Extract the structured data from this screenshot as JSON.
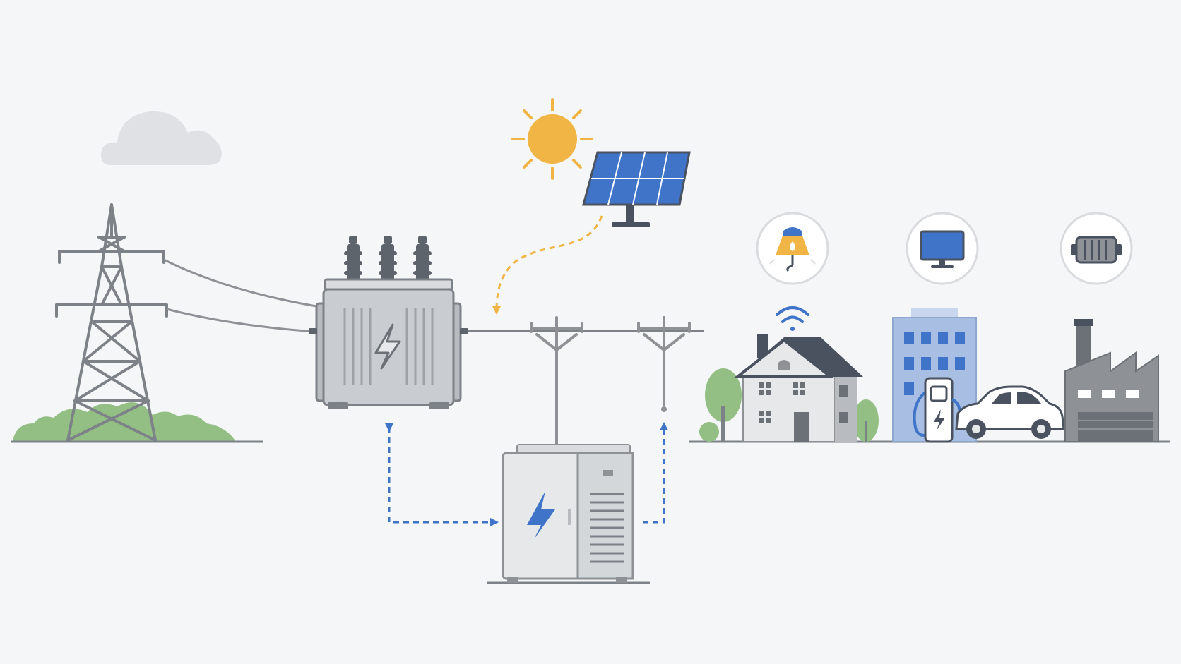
{
  "colors": {
    "background": "#f5f6f7",
    "structure_gray": "#7d8289",
    "equipment_fill": "#c9ccd0",
    "equipment_light": "#e6e8ea",
    "accent_blue": "#3f74c9",
    "solar_yellow": "#f0b545",
    "foliage_green": "#93bf84",
    "cloud_gray": "#dfe1e5",
    "roof_dark": "#4a5260",
    "building_blue": "#a8bfe3",
    "factory_gray": "#8e9297"
  },
  "icons": {
    "cloud": "cloud-icon",
    "sun": "sun-icon",
    "solar_panel": "solar-panel-icon",
    "transmission_tower": "transmission-tower-icon",
    "transformer": "transformer-icon",
    "utility_pole": "utility-pole-icon",
    "battery_storage": "battery-storage-icon",
    "lamp": "lamp-icon",
    "monitor": "monitor-icon",
    "motor": "motor-icon",
    "wifi": "wifi-icon",
    "house": "house-icon",
    "office_building": "office-building-icon",
    "ev_charger": "ev-charger-icon",
    "car": "car-icon",
    "factory": "factory-icon",
    "lightning": "lightning-icon"
  },
  "flows": [
    {
      "from": "solar_panel",
      "to": "transformer",
      "style": "dashed",
      "color": "solar_yellow"
    },
    {
      "from": "transformer",
      "to": "battery_storage",
      "style": "dashed-bidirectional",
      "color": "accent_blue"
    },
    {
      "from": "battery_storage",
      "to": "utility_pole",
      "style": "dashed",
      "color": "accent_blue"
    }
  ]
}
